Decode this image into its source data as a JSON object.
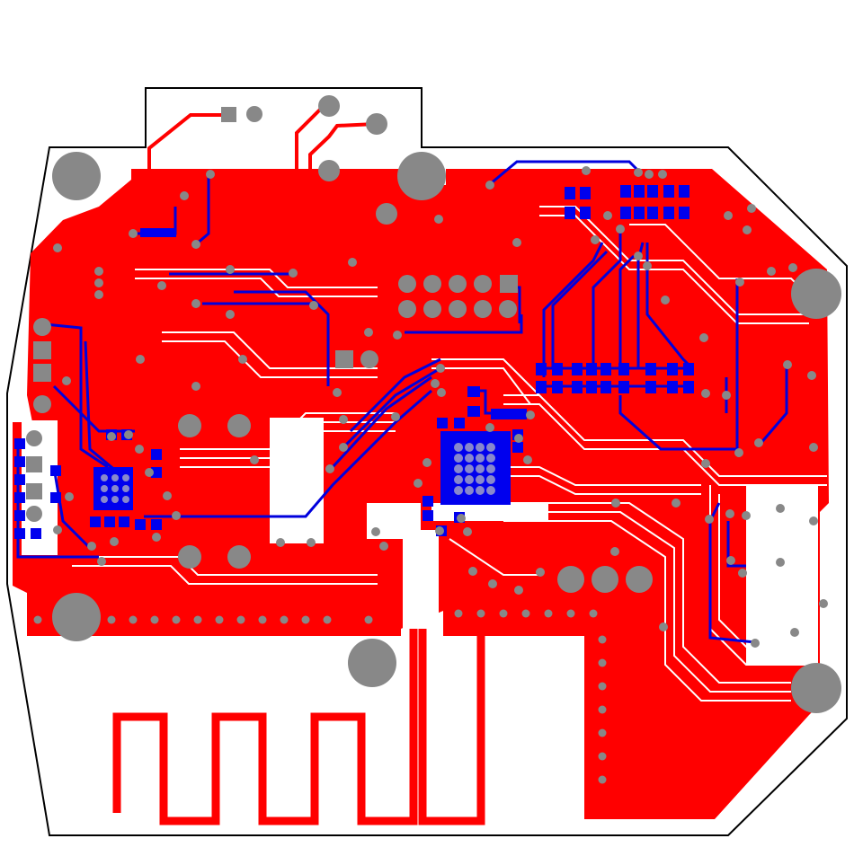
{
  "colors": {
    "background": "#ffffff",
    "board_outline": "#000000",
    "top_copper": "#ff0000",
    "bottom_copper": "#0000ee",
    "via": "#888888",
    "pad_hole": "#888888",
    "gap": "#ffffff"
  },
  "layers": [
    "board-outline",
    "top-copper-pour",
    "top-traces",
    "bottom-traces",
    "pads",
    "vias",
    "mounting-holes",
    "pcb-antenna"
  ],
  "icons": {
    "mounting_hole": "filled-grey-circle",
    "via": "small-grey-circle",
    "square_pad": "grey-square",
    "qfn_chip": "blue-qfn-footprint"
  }
}
